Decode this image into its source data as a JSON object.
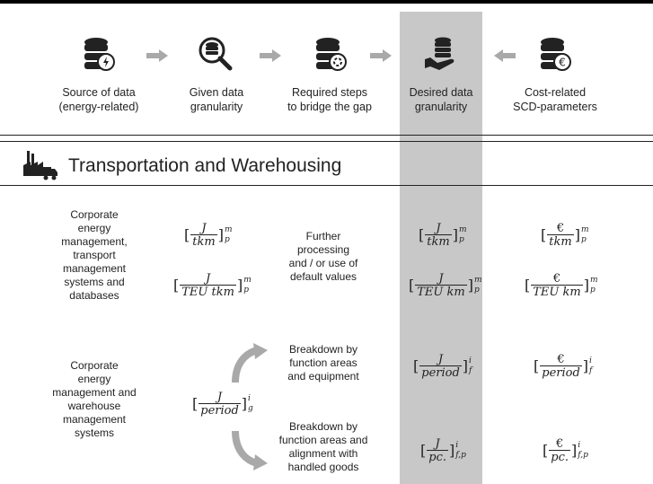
{
  "header": {
    "columns": [
      {
        "label": "Source of data\n(energy-related)",
        "icon": "database-lightning-icon"
      },
      {
        "label": "Given data\ngranularity",
        "icon": "database-magnifier-icon"
      },
      {
        "label": "Required steps\nto bridge the gap",
        "icon": "database-gear-icon"
      },
      {
        "label": "Desired data\ngranularity",
        "icon": "database-hand-icon"
      },
      {
        "label": "Cost-related\nSCD-parameters",
        "icon": "database-euro-icon"
      }
    ]
  },
  "section": {
    "title": "Transportation and Warehousing",
    "icon": "factory-truck-icon"
  },
  "rows": [
    {
      "source": "Corporate\nenergy\nmanagement,\ntransport\nmanagement\nsystems and\ndatabases",
      "step": "Further\nprocessing\nand / or use of\ndefault values",
      "given": [
        {
          "num": "J",
          "den": "tkm",
          "sup": "m",
          "sub": "p"
        },
        {
          "num": "J",
          "den": "TEU tkm",
          "sup": "m",
          "sub": "p"
        }
      ],
      "desired": [
        {
          "num": "J",
          "den": "tkm",
          "sup": "m",
          "sub": "p"
        },
        {
          "num": "J",
          "den": "TEU km",
          "sup": "m",
          "sub": "p"
        }
      ],
      "cost": [
        {
          "num": "€",
          "den": "tkm",
          "sup": "m",
          "sub": "p"
        },
        {
          "num": "€",
          "den": "TEU km",
          "sup": "m",
          "sub": "p"
        }
      ]
    },
    {
      "source": "Corporate\nenergy\nmanagement and\nwarehouse\nmanagement\nsystems",
      "steps": [
        "Breakdown by\nfunction areas\nand equipment",
        "Breakdown by\nfunction areas and\nalignment with\nhandled goods"
      ],
      "given": [
        {
          "num": "J",
          "den": "period",
          "sup": "i",
          "sub": "g"
        }
      ],
      "desired": [
        {
          "num": "J",
          "den": "period",
          "sup": "i",
          "sub": "f"
        },
        {
          "num": "J",
          "den": "pc.",
          "sup": "i",
          "sub": "f,p"
        }
      ],
      "cost": [
        {
          "num": "€",
          "den": "period",
          "sup": "i",
          "sub": "f"
        },
        {
          "num": "€",
          "den": "pc.",
          "sup": "i",
          "sub": "f,p"
        }
      ]
    }
  ],
  "colors": {
    "highlight": "#c8c8c8",
    "arrow": "#a9a9a9",
    "icon": "#222222"
  }
}
